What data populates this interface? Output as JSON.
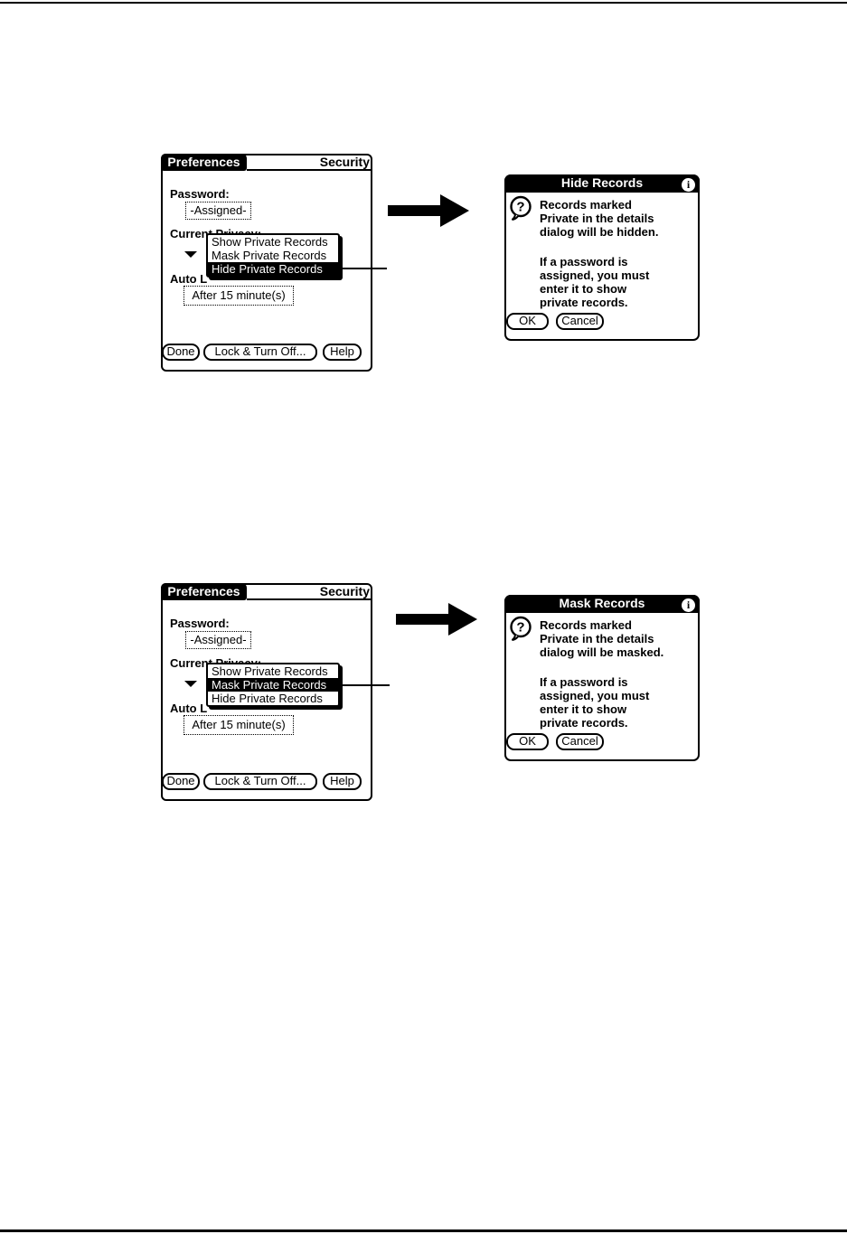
{
  "figures": [
    {
      "screen": {
        "tab": "Preferences",
        "title": "Security",
        "password_label": "Password:",
        "password_value": "-Assigned-",
        "privacy_label": "Current Privacy:",
        "autolock_label": "Auto L",
        "autolock_value": "After 15 minute(s)",
        "dropdown": {
          "items": [
            "Show Private Records",
            "Mask Private Records",
            "Hide Private Records"
          ],
          "selected_index": 2,
          "selected_item": "Hide Private Records"
        },
        "buttons": {
          "done": "Done",
          "lock": "Lock & Turn Off...",
          "help": "Help"
        }
      },
      "dialog": {
        "title": "Hide Records",
        "info_icon_glyph": "i",
        "question_icon_glyph": "?",
        "body_para1": [
          "Records marked",
          "Private in the details",
          "dialog  will be hidden."
        ],
        "body_para2": [
          "If a password is",
          "assigned, you must",
          "enter it to show",
          "private records."
        ],
        "ok": "OK",
        "cancel": "Cancel"
      }
    },
    {
      "screen": {
        "tab": "Preferences",
        "title": "Security",
        "password_label": "Password:",
        "password_value": "-Assigned-",
        "privacy_label": "Current Privacy:",
        "autolock_label": "Auto L",
        "autolock_value": "After 15 minute(s)",
        "dropdown": {
          "items": [
            "Show Private Records",
            "Mask Private Records",
            "Hide Private Records"
          ],
          "selected_index": 1,
          "selected_item": "Mask Private Records"
        },
        "buttons": {
          "done": "Done",
          "lock": "Lock & Turn Off...",
          "help": "Help"
        }
      },
      "dialog": {
        "title": "Mask Records",
        "info_icon_glyph": "i",
        "question_icon_glyph": "?",
        "body_para1": [
          "Records marked",
          "Private in the details",
          "dialog will be masked."
        ],
        "body_para2": [
          "If a password is",
          "assigned, you must",
          "enter it to show",
          "private records."
        ],
        "ok": "OK",
        "cancel": "Cancel"
      }
    }
  ],
  "colors": {
    "ink": "#000000",
    "paper": "#ffffff"
  }
}
